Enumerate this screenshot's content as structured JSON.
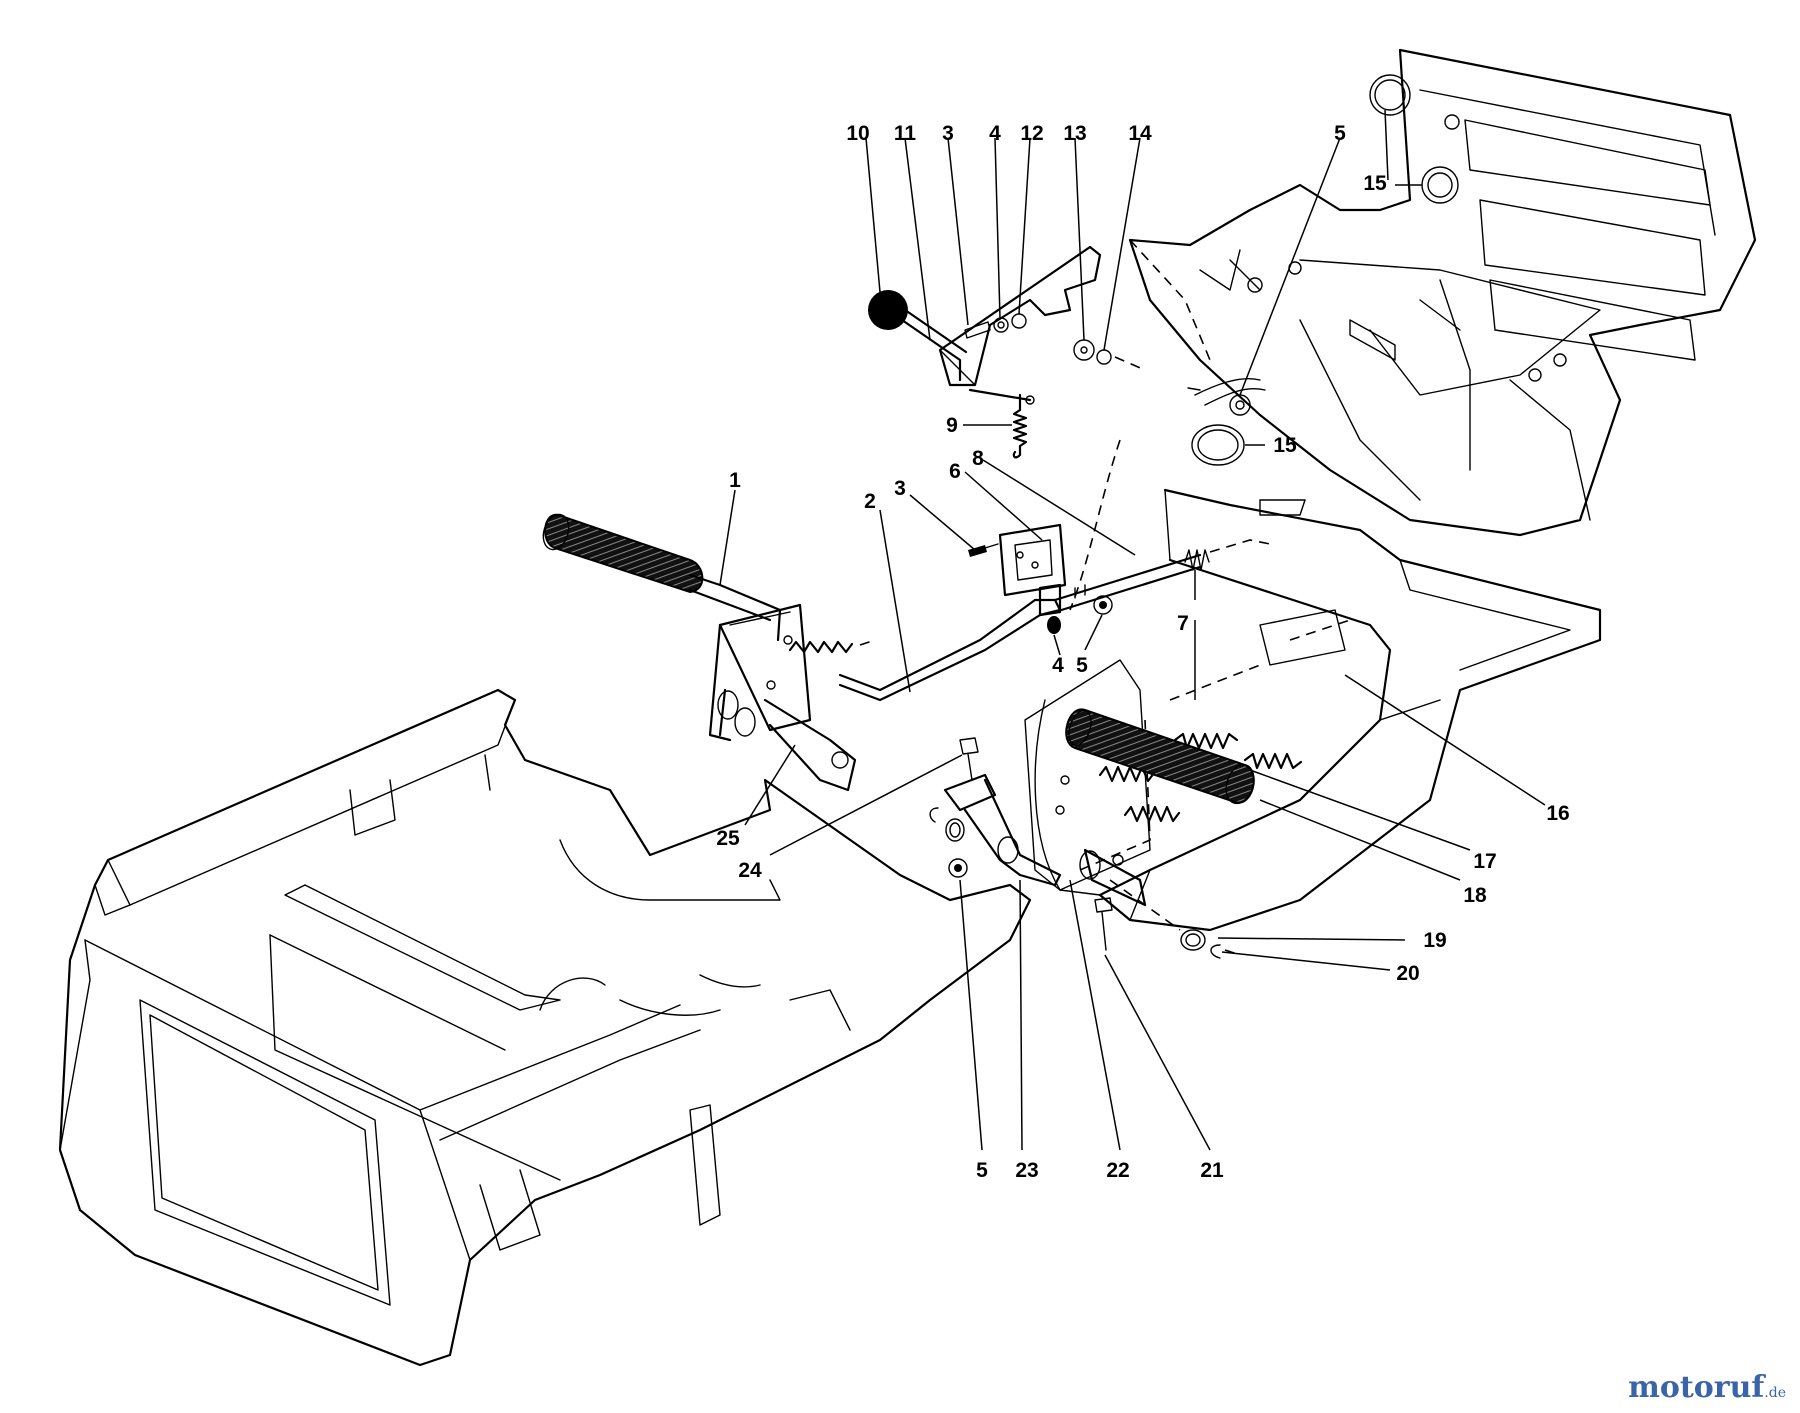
{
  "diagram": {
    "part_numbers": {
      "p1": "1",
      "p2": "2",
      "p3a": "3",
      "p3b": "3",
      "p4a": "4",
      "p4b": "4",
      "p5a": "5",
      "p5b": "5",
      "p5c": "5",
      "p6": "6",
      "p7": "7",
      "p8": "8",
      "p9": "9",
      "p10": "10",
      "p11": "11",
      "p12": "12",
      "p13": "13",
      "p14": "14",
      "p15a": "15",
      "p15b": "15",
      "p16": "16",
      "p17": "17",
      "p18": "18",
      "p19": "19",
      "p20": "20",
      "p21": "21",
      "p22": "22",
      "p23": "23",
      "p24": "24",
      "p25": "25"
    }
  },
  "watermark": {
    "brand": "motoruf",
    "suffix": ".de"
  }
}
